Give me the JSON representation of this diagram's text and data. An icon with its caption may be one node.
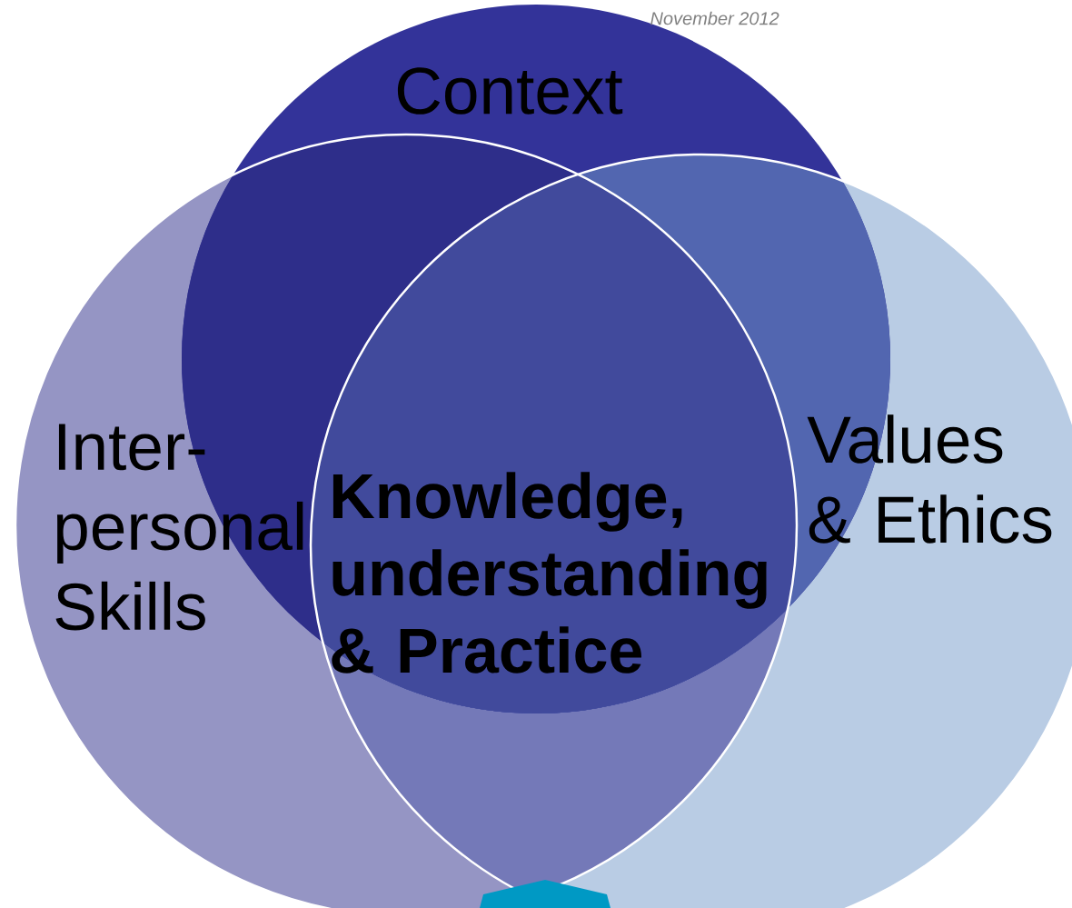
{
  "diagram": {
    "nodes": [
      {
        "text": [
          "Context"
        ]
      },
      {
        "text": [
          "Inter-personal Skills"
        ]
      },
      {
        "text": [
          "Values & Ethics"
        ]
      }
    ],
    "labels": [
      "Knowledge, understanding & Practice",
      "November 2012"
    ]
  }
}
